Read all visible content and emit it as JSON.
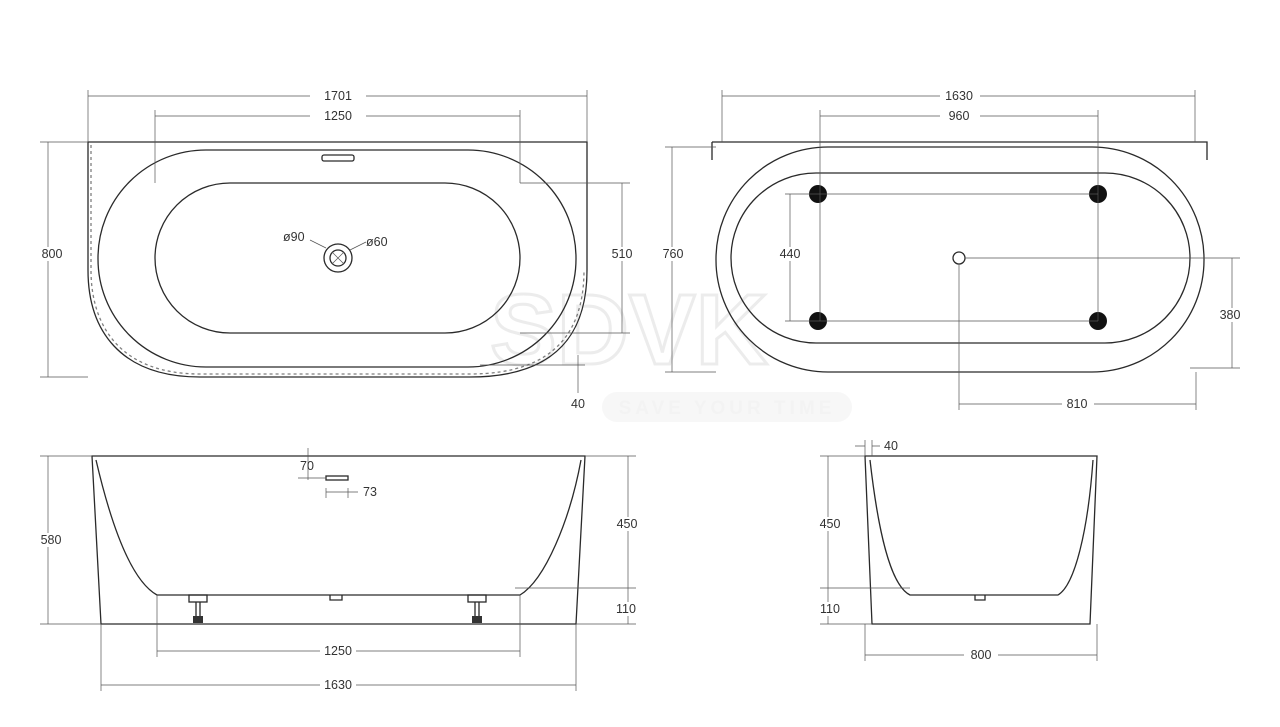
{
  "watermark": {
    "brand": "SDVK",
    "slogan": "SAVE YOUR TIME"
  },
  "top_view": {
    "overall_length": "1701",
    "inner_length": "1250",
    "width": "800",
    "basin_width": "510",
    "rim": "40",
    "drain_diameter": "ø90",
    "outlet_diameter": "ø60"
  },
  "bottom_view": {
    "length": "1630",
    "leg_spacing_length": "960",
    "height": "760",
    "leg_spacing_width": "440",
    "drain_offset_y": "380",
    "drain_offset_x": "810"
  },
  "front_view": {
    "height": "580",
    "depth": "450",
    "leg_height": "110",
    "overflow_offset": "70",
    "overflow_width": "73",
    "base_length": "1250",
    "length": "1630"
  },
  "side_view": {
    "rim": "40",
    "depth": "450",
    "leg_height": "110",
    "width": "800"
  }
}
